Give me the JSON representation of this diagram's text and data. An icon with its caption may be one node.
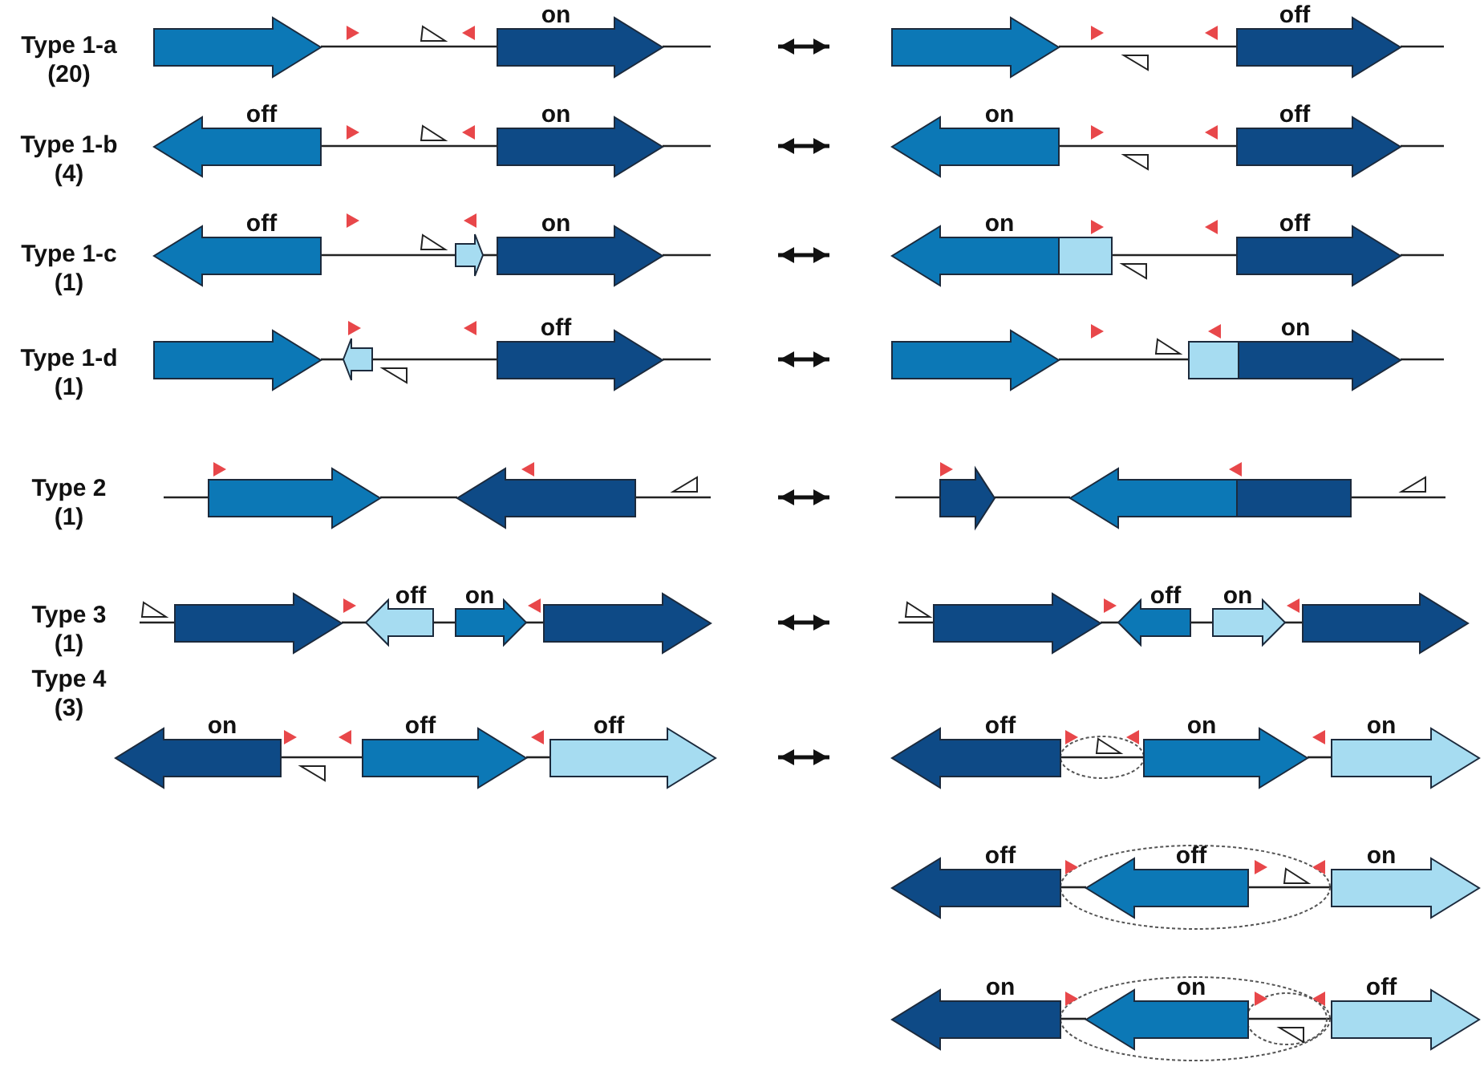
{
  "diagram": {
    "nodes": [
      {
        "text": [],
        "shape": "arrow"
      },
      {
        "text": [
          "on"
        ]
      },
      {
        "text": [],
        "shape": "arrow"
      },
      {
        "text": [
          "off"
        ]
      },
      {
        "text": [
          "off"
        ]
      },
      {
        "text": [
          "on"
        ]
      },
      {
        "text": [
          "on"
        ]
      },
      {
        "text": [
          "off"
        ]
      },
      {
        "text": [
          "off"
        ]
      },
      {
        "text": [],
        "shape": "arrow"
      },
      {
        "text": [
          "on"
        ]
      },
      {
        "text": [
          "on"
        ]
      },
      {
        "text": [],
        "shape": "box"
      },
      {
        "text": [
          "off"
        ]
      },
      {
        "text": [],
        "shape": "arrow"
      },
      {
        "text": [],
        "shape": "arrow"
      },
      {
        "text": [
          "off"
        ]
      },
      {
        "text": [],
        "shape": "arrow"
      },
      {
        "text": [],
        "shape": "box"
      },
      {
        "text": [
          "on"
        ]
      },
      {
        "text": [],
        "shape": "arrow"
      },
      {
        "text": [],
        "shape": "arrow"
      },
      {
        "text": [],
        "shape": "arrow"
      },
      {
        "text": [],
        "shape": "arrow"
      },
      {
        "text": [],
        "shape": "box"
      },
      {
        "text": [],
        "shape": "arrow"
      },
      {
        "text": [
          "off"
        ]
      },
      {
        "text": [
          "on"
        ]
      },
      {
        "text": [],
        "shape": "arrow"
      },
      {
        "text": [],
        "shape": "arrow"
      },
      {
        "text": [
          "off"
        ]
      },
      {
        "text": [
          "on"
        ]
      },
      {
        "text": [],
        "shape": "arrow"
      },
      {
        "text": [
          "on"
        ]
      },
      {
        "text": [
          "off"
        ]
      },
      {
        "text": [
          "off"
        ]
      },
      {
        "text": [
          "off"
        ]
      },
      {
        "text": [
          "on"
        ]
      },
      {
        "text": [
          "on"
        ]
      },
      {
        "text": [
          "off"
        ]
      },
      {
        "text": [
          "off"
        ]
      },
      {
        "text": [
          "on"
        ]
      },
      {
        "text": [
          "on"
        ]
      },
      {
        "text": [
          "on"
        ]
      },
      {
        "text": [
          "off"
        ]
      }
    ],
    "edges": [
      {
        "from": 0,
        "to": 1,
        "arrow": "none"
      },
      {
        "from": 1,
        "to": 2,
        "arrow": "both"
      },
      {
        "from": 2,
        "to": 3,
        "arrow": "none"
      },
      {
        "from": 4,
        "to": 5,
        "arrow": "none"
      },
      {
        "from": 5,
        "to": 6,
        "arrow": "both"
      },
      {
        "from": 6,
        "to": 7,
        "arrow": "none"
      },
      {
        "from": 8,
        "to": 9,
        "arrow": "none"
      },
      {
        "from": 9,
        "to": 10,
        "arrow": "none"
      },
      {
        "from": 10,
        "to": 11,
        "arrow": "both"
      },
      {
        "from": 12,
        "to": 13,
        "arrow": "none"
      },
      {
        "from": 14,
        "to": 15,
        "arrow": "none"
      },
      {
        "from": 15,
        "to": 16,
        "arrow": "none"
      },
      {
        "from": 16,
        "to": 17,
        "arrow": "both"
      },
      {
        "from": 17,
        "to": 18,
        "arrow": "none"
      },
      {
        "from": 20,
        "to": 21,
        "arrow": "none"
      },
      {
        "from": 21,
        "to": 22,
        "arrow": "both"
      },
      {
        "from": 22,
        "to": 23,
        "arrow": "none"
      },
      {
        "from": 25,
        "to": 26,
        "arrow": "none"
      },
      {
        "from": 26,
        "to": 27,
        "arrow": "none"
      },
      {
        "from": 27,
        "to": 28,
        "arrow": "none"
      },
      {
        "from": 28,
        "to": 29,
        "arrow": "both"
      },
      {
        "from": 29,
        "to": 30,
        "arrow": "none"
      },
      {
        "from": 30,
        "to": 31,
        "arrow": "none"
      },
      {
        "from": 31,
        "to": 32,
        "arrow": "none"
      },
      {
        "from": 33,
        "to": 34,
        "arrow": "none"
      },
      {
        "from": 34,
        "to": 35,
        "arrow": "none"
      },
      {
        "from": 35,
        "to": 36,
        "arrow": "both"
      },
      {
        "from": 36,
        "to": 37,
        "arrow": "none"
      },
      {
        "from": 37,
        "to": 38,
        "arrow": "none"
      },
      {
        "from": 39,
        "to": 40,
        "arrow": "none"
      },
      {
        "from": 40,
        "to": 41,
        "arrow": "none"
      },
      {
        "from": 42,
        "to": 43,
        "arrow": "none"
      },
      {
        "from": 43,
        "to": 44,
        "arrow": "none"
      }
    ],
    "labels": [
      "Type 1-a",
      "(20)",
      "Type 1-b",
      "(4)",
      "Type 1-c",
      "(1)",
      "Type 1-d",
      "(1)",
      "Type 2",
      "(1)",
      "Type 3",
      "(1)",
      "Type 4",
      "(3)"
    ]
  }
}
